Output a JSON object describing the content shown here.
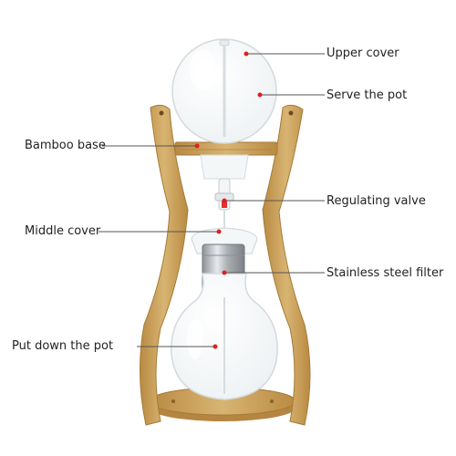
{
  "labels": {
    "upper_cover": "Upper cover",
    "serve_pot": "Serve the pot",
    "bamboo_base": "Bamboo base",
    "regulating_valve": "Regulating valve",
    "middle_cover": "Middle cover",
    "stainless_filter": "Stainless steel filter",
    "put_down_pot": "Put down the pot"
  },
  "colors": {
    "bamboo": "#c9a15a",
    "bamboo_dark": "#a67a36",
    "glass_edge": "#d9dfe3",
    "steel": "#b8bcc0",
    "leader_line": "#555555",
    "pointer_dot": "#e02020",
    "label_text": "#222222"
  }
}
